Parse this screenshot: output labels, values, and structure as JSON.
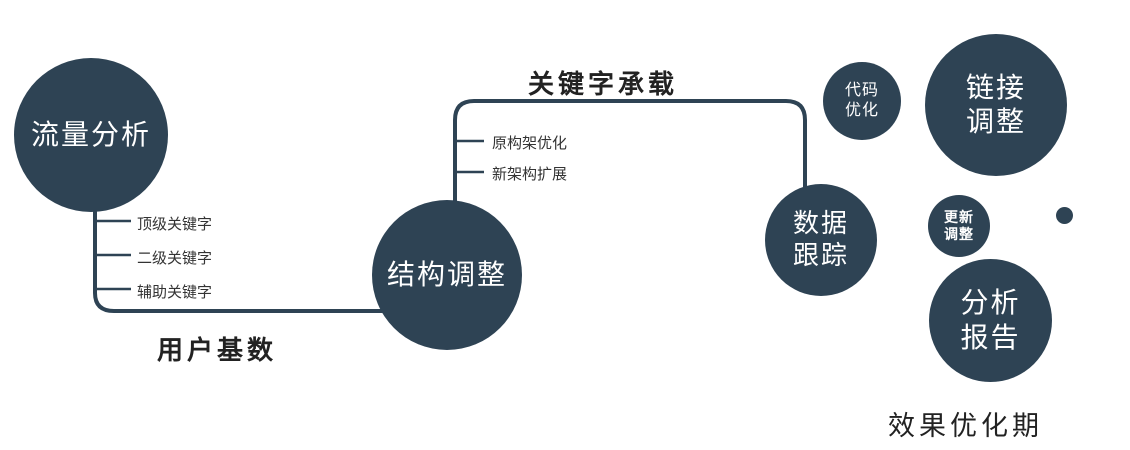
{
  "nodes": {
    "traffic": {
      "label": "流量分析"
    },
    "structure": {
      "label": "结构调整"
    },
    "tracking": {
      "line1": "数据",
      "line2": "跟踪"
    },
    "code": {
      "line1": "代码",
      "line2": "优化"
    },
    "link": {
      "line1": "链接",
      "line2": "调整"
    },
    "update": {
      "line1": "更新",
      "line2": "调整"
    },
    "report": {
      "line1": "分析",
      "line2": "报告"
    }
  },
  "edge_labels": {
    "user_base": "用户基数",
    "keyword_carry": "关键字承载"
  },
  "branches": {
    "traffic_keywords": [
      "顶级关键字",
      "二级关键字",
      "辅助关键字"
    ],
    "structure_items": [
      "原构架优化",
      "新架构扩展"
    ]
  },
  "caption": "效果优化期",
  "colors": {
    "primary": "#2e4354",
    "node_text": "#ffffff",
    "label_dark": "#222222",
    "branch_text": "#333333"
  }
}
